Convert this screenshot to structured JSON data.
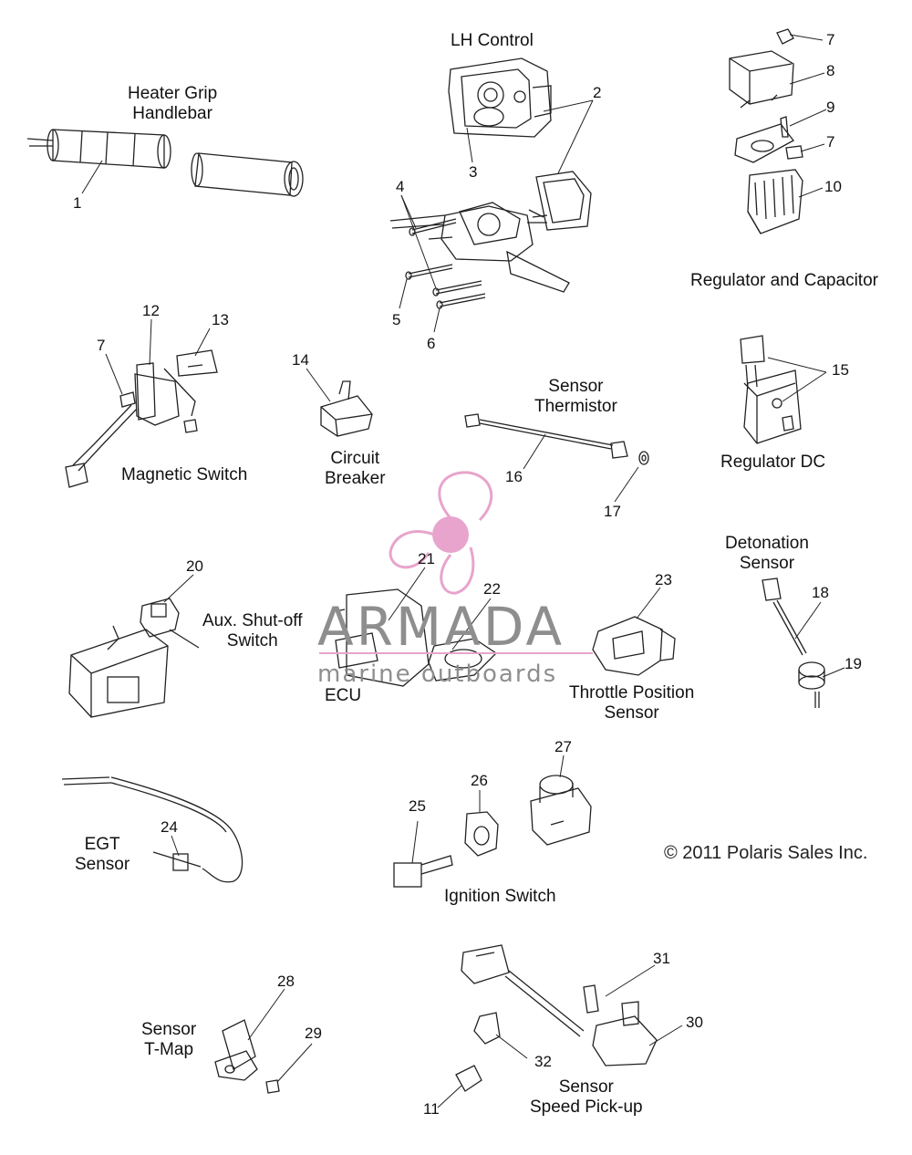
{
  "sections": {
    "heater_grip": [
      "Heater Grip",
      "Handlebar"
    ],
    "lh_control": "LH Control",
    "regulator_capacitor": "Regulator and Capacitor",
    "magnetic_switch": "Magnetic Switch",
    "circuit_breaker": [
      "Circuit",
      "Breaker"
    ],
    "sensor_thermistor": [
      "Sensor",
      "Thermistor"
    ],
    "regulator_dc": "Regulator DC",
    "detonation_sensor": [
      "Detonation",
      "Sensor"
    ],
    "aux_shutoff": [
      "Aux. Shut-off",
      "Switch"
    ],
    "ecu": "ECU",
    "throttle_position": [
      "Throttle Position",
      "Sensor"
    ],
    "egt_sensor": [
      "EGT",
      "Sensor"
    ],
    "ignition_switch": "Ignition Switch",
    "sensor_tmap": [
      "Sensor",
      "T-Map"
    ],
    "speed_pickup": [
      "Sensor",
      "Speed Pick-up"
    ]
  },
  "callouts": {
    "c1": "1",
    "c2": "2",
    "c3": "3",
    "c4": "4",
    "c5": "5",
    "c6": "6",
    "c7a": "7",
    "c7b": "7",
    "c7c": "7",
    "c8": "8",
    "c9": "9",
    "c10": "10",
    "c11": "11",
    "c12": "12",
    "c13": "13",
    "c14": "14",
    "c15": "15",
    "c16": "16",
    "c17": "17",
    "c18": "18",
    "c19": "19",
    "c20": "20",
    "c21": "21",
    "c22": "22",
    "c23": "23",
    "c24": "24",
    "c25": "25",
    "c26": "26",
    "c27": "27",
    "c28": "28",
    "c29": "29",
    "c30": "30",
    "c31": "31",
    "c32": "32"
  },
  "copyright": "© 2011 Polaris Sales Inc.",
  "watermark": {
    "brand": "ARMADA",
    "tagline": "marine outboards",
    "color": "#e8a4cc"
  }
}
